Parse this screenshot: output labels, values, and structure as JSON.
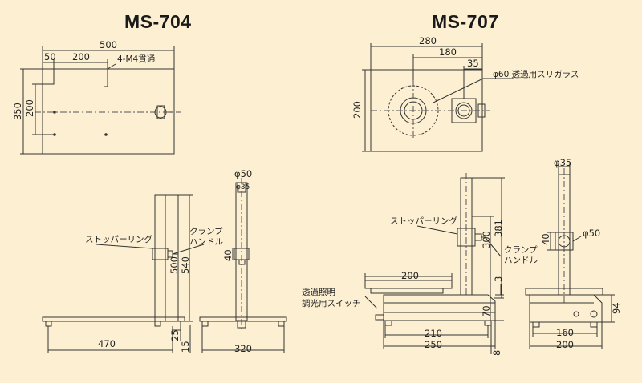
{
  "titles": {
    "left": "MS-704",
    "right": "MS-707"
  },
  "ms704_top": {
    "width": "500",
    "offset_a": "50",
    "offset_b": "200",
    "holes": "4-M4貫通",
    "height_outer": "350",
    "height_inner": "200"
  },
  "ms707_top": {
    "width": "280",
    "glass_pos": "180",
    "pillar_offset": "35",
    "glass": "φ60 透過用スリガラス",
    "height": "200"
  },
  "ms704_front": {
    "stopper": "ストッパーリング",
    "clamp": "クランプ\nハンドル",
    "h500": "500",
    "h540": "540",
    "base_len": "470",
    "d25": "25",
    "d15": "15"
  },
  "ms704_side": {
    "phi50": "φ50",
    "phi35": "φ35",
    "d40": "40",
    "base": "320"
  },
  "ms707_front": {
    "stopper": "ストッパーリング",
    "clamp": "クランプ\nハンドル",
    "h300": "300",
    "h381": "381",
    "plate": "200",
    "d3": "3",
    "h70": "70",
    "light": "透過照明",
    "switch": "調光用スイッチ",
    "w210": "210",
    "w250": "250",
    "d8": "8"
  },
  "ms707_side": {
    "phi35": "φ35",
    "phi50": "φ50",
    "d40": "40",
    "h94": "94",
    "w160": "160",
    "w200": "200"
  },
  "colors": {
    "background": "#fdf0d2",
    "line": "#333333",
    "axis": "#555555"
  }
}
